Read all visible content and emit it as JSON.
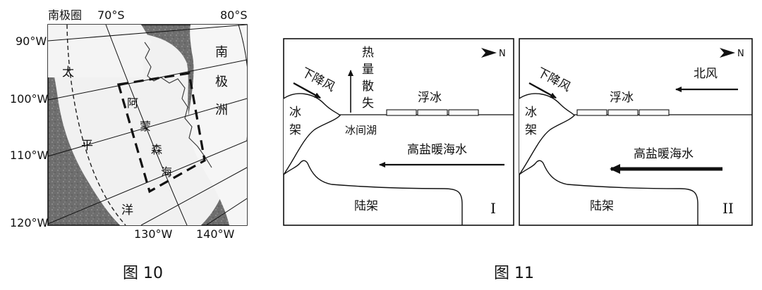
{
  "fig10": {
    "caption": "图 10",
    "antarctic_circle": "南极圈",
    "lat_70": "70°S",
    "lat_80": "80°S",
    "lon_90": "90°W",
    "lon_100": "100°W",
    "lon_110": "110°W",
    "lon_120": "120°W",
    "lon_130": "130°W",
    "lon_140": "140°W",
    "ocean": [
      "太",
      "平",
      "洋"
    ],
    "continent": [
      "南",
      "极",
      "洲"
    ],
    "sea": [
      "阿",
      "蒙",
      "森",
      "海"
    ]
  },
  "fig11": {
    "caption": "图 11",
    "panel1": {
      "roman": "I",
      "north": "N",
      "katabatic": "下降风",
      "heat_loss": [
        "热",
        "量",
        "散",
        "失"
      ],
      "ice_shelf": [
        "冰",
        "架"
      ],
      "polynya": "冰间湖",
      "floating_ice": "浮冰",
      "warm_water": "高盐暖海水",
      "shelf": "陆架"
    },
    "panel2": {
      "roman": "II",
      "north": "N",
      "katabatic": "下降风",
      "north_wind": "北风",
      "ice_shelf": [
        "冰",
        "架"
      ],
      "floating_ice": "浮冰",
      "warm_water": "高盐暖海水",
      "shelf": "陆架"
    }
  }
}
